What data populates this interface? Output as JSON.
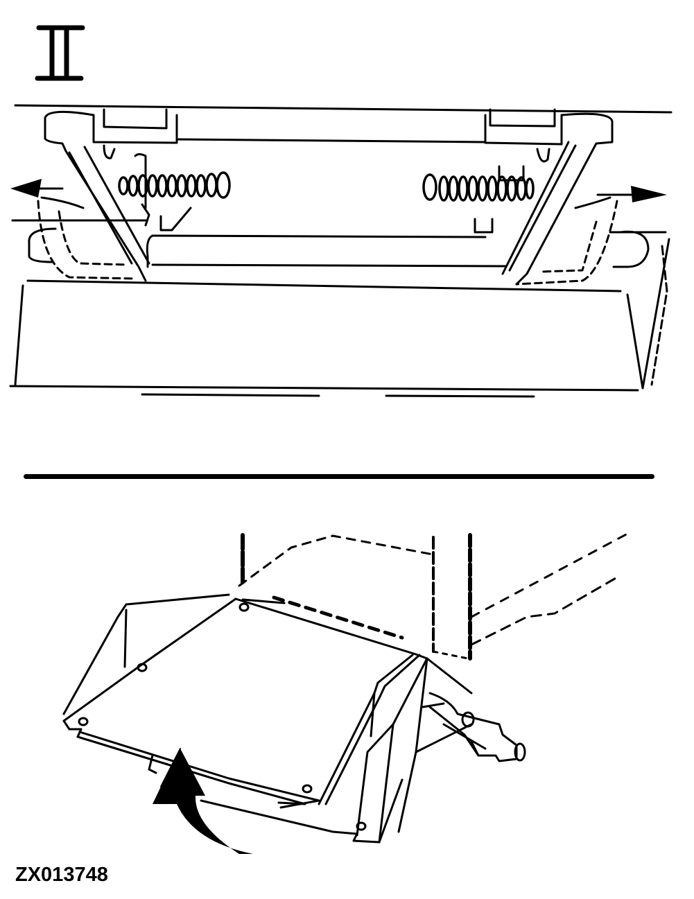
{
  "figure": {
    "step_numeral": "II",
    "figure_id": "ZX013748",
    "panels": [
      {
        "name": "top-panel",
        "description": "Latch mechanism with springs; arrows indicate outward pull of latch handles"
      },
      {
        "name": "bottom-panel",
        "description": "Hinged cover tilting up; curved arrow indicates lifting motion"
      }
    ],
    "colors": {
      "ink": "#000000",
      "background": "#ffffff"
    },
    "arrows": [
      {
        "name": "left-outward-arrow",
        "direction": "left"
      },
      {
        "name": "right-outward-arrow",
        "direction": "right"
      },
      {
        "name": "lift-curved-arrow",
        "direction": "up"
      }
    ]
  }
}
